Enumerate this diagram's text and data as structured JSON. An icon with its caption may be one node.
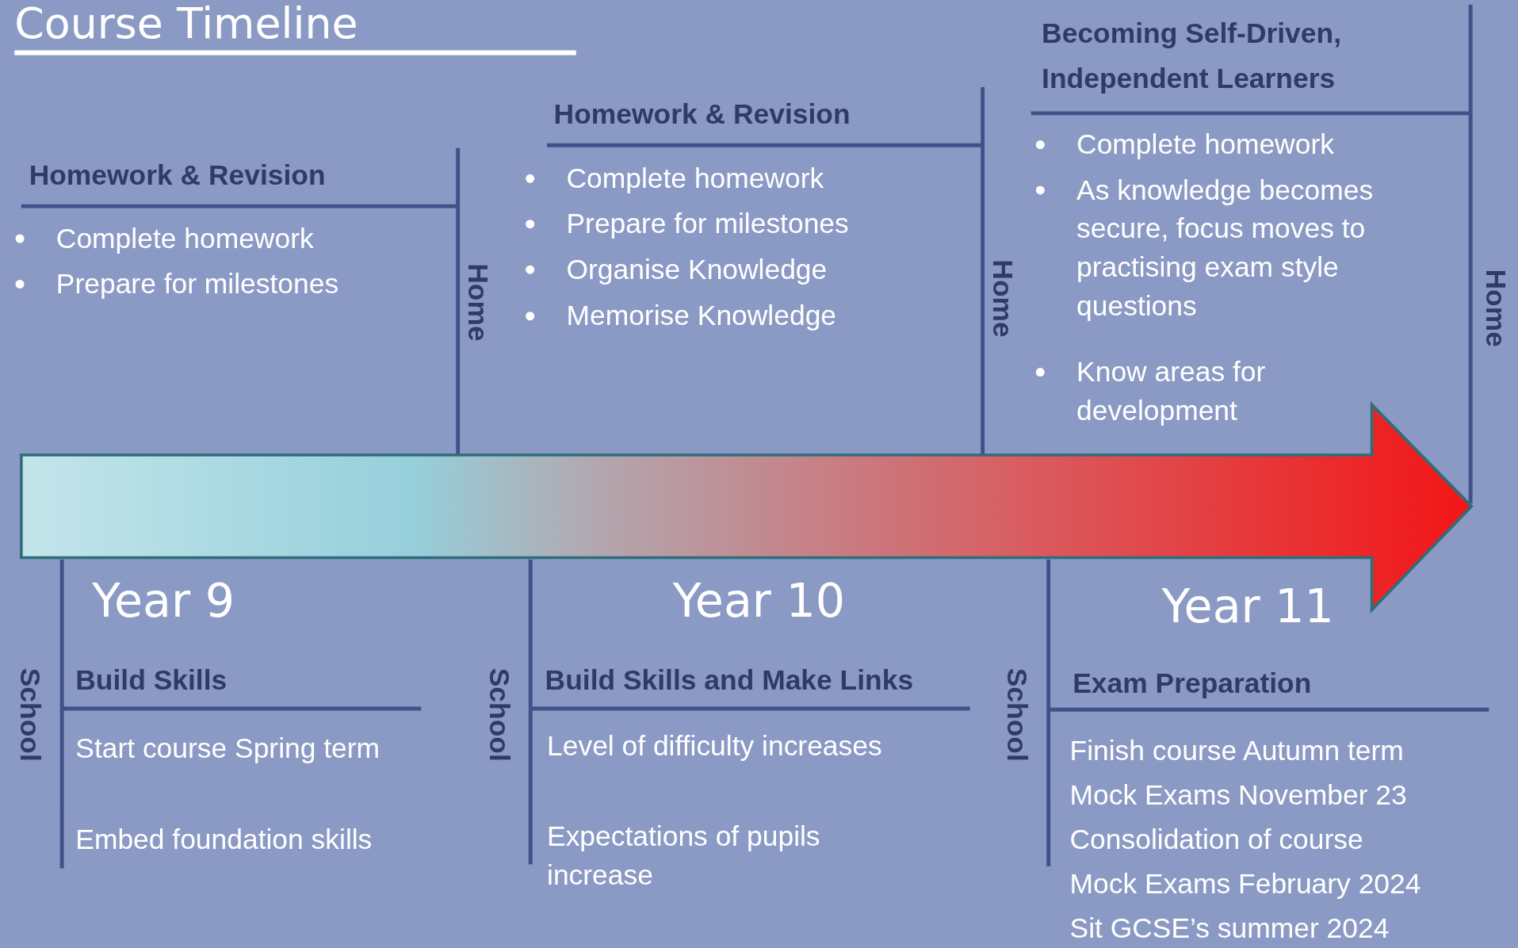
{
  "diagram": {
    "title": "Course Timeline",
    "labels": [
      "Homework & Revision",
      "Complete homework",
      "Prepare for milestones",
      "Home",
      "Homework & Revision",
      "Complete homework",
      "Prepare for milestones",
      "Organise Knowledge",
      "Memorise Knowledge",
      "Home",
      "Becoming Self-Driven, Independent Learners",
      "Complete homework",
      "As knowledge becomes secure, focus moves to practising exam style questions",
      "Know areas for development",
      "Home",
      "Year 9",
      "School",
      "Build Skills",
      "Start course Spring term",
      "Embed foundation skills",
      "Year 10",
      "School",
      "Build Skills and Make Links",
      "Level of difficulty increases",
      "Expectations of pupils increase",
      "Year 11",
      "School",
      "Exam Preparation",
      "Finish course Autumn term",
      "Mock Exams November 23",
      "Consolidation of course",
      "Mock Exams February 2024",
      "Sit GCSE’s summer 2024"
    ]
  }
}
